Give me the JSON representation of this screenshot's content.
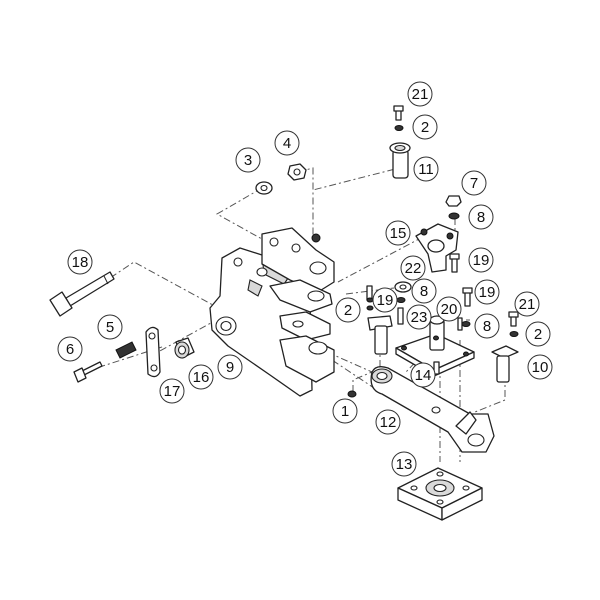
{
  "callouts": [
    {
      "id": "c21a",
      "label": "21"
    },
    {
      "id": "c2a",
      "label": "2"
    },
    {
      "id": "c11",
      "label": "11"
    },
    {
      "id": "c4",
      "label": "4"
    },
    {
      "id": "c3",
      "label": "3"
    },
    {
      "id": "c7",
      "label": "7"
    },
    {
      "id": "c8a",
      "label": "8"
    },
    {
      "id": "c15",
      "label": "15"
    },
    {
      "id": "c19a",
      "label": "19"
    },
    {
      "id": "c22",
      "label": "22"
    },
    {
      "id": "c8b",
      "label": "8"
    },
    {
      "id": "c2b",
      "label": "2"
    },
    {
      "id": "c19b",
      "label": "19"
    },
    {
      "id": "c20",
      "label": "20"
    },
    {
      "id": "c19c",
      "label": "19"
    },
    {
      "id": "c8c",
      "label": "8"
    },
    {
      "id": "c23",
      "label": "23"
    },
    {
      "id": "c21b",
      "label": "21"
    },
    {
      "id": "c2c",
      "label": "2"
    },
    {
      "id": "c10",
      "label": "10"
    },
    {
      "id": "c14",
      "label": "14"
    },
    {
      "id": "c18",
      "label": "18"
    },
    {
      "id": "c5",
      "label": "5"
    },
    {
      "id": "c6",
      "label": "6"
    },
    {
      "id": "c16",
      "label": "16"
    },
    {
      "id": "c9",
      "label": "9"
    },
    {
      "id": "c17",
      "label": "17"
    },
    {
      "id": "c1",
      "label": "1"
    },
    {
      "id": "c12",
      "label": "12"
    },
    {
      "id": "c13",
      "label": "13"
    }
  ]
}
